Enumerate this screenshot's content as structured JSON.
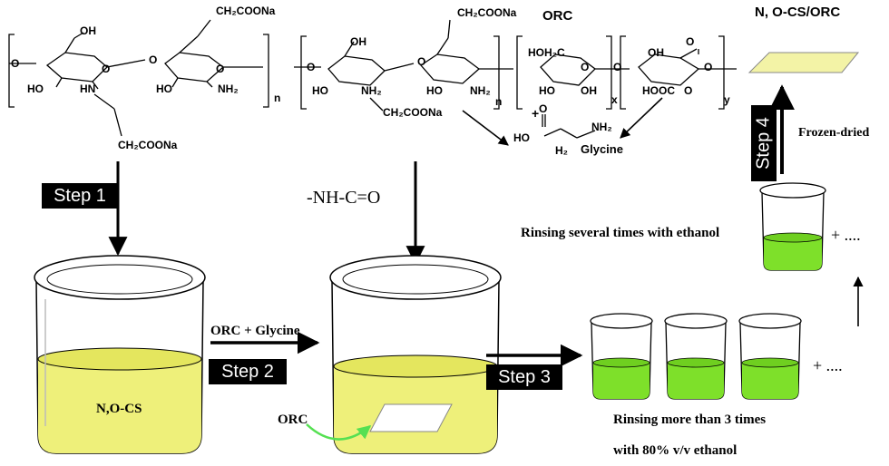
{
  "chemistry": {
    "ch2coona": "CH₂COONa",
    "oh": "OH",
    "ho": "HO",
    "hn": "HN",
    "nh2": "NH₂",
    "hoh2c": "HOH₂C",
    "hooc": "HOOC",
    "n": "n",
    "x": "x",
    "y": "y",
    "o": "O",
    "h2": "H₂",
    "plus": "+"
  },
  "labels": {
    "orc_polymer": "ORC",
    "product": "N, O-CS/ORC",
    "glycine": "Glycine",
    "amide": "-NH-C=O",
    "frozen_dried": "Frozen-dried",
    "rinse_ethanol": "Rinsing several times with ethanol",
    "plus_more_1": "+ ....",
    "plus_more_2": "+ ....",
    "reagents": "ORC + Glycine",
    "beaker1": "N,O-CS",
    "orc_film": "ORC",
    "rinse3_line1": "Rinsing more than 3 times",
    "rinse3_line2": "with 80% v/v ethanol"
  },
  "steps": {
    "s1": "Step 1",
    "s2": "Step 2",
    "s3": "Step 3",
    "s4": "Step 4"
  },
  "colors": {
    "yellow_liquid": "#eef07a",
    "green_liquid": "#7ee02a",
    "film": "#f3f3a6",
    "curve_arrow": "#55e052"
  }
}
